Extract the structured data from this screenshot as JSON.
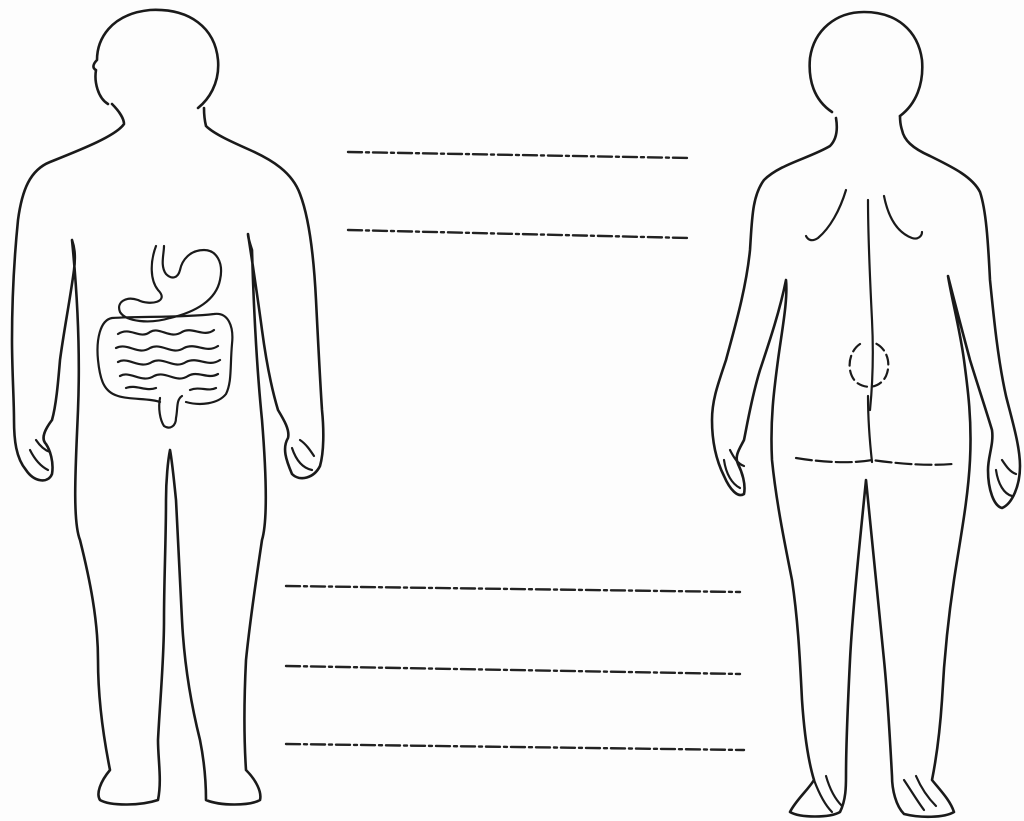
{
  "diagram": {
    "figures": [
      {
        "name": "front-view-figure",
        "organs": [
          "stomach",
          "large-intestine",
          "small-intestine"
        ]
      },
      {
        "name": "back-view-figure",
        "marks": [
          "spine",
          "shoulder-blades",
          "lower-back-mark",
          "waist-line"
        ]
      }
    ],
    "label_lines_count": 5,
    "colors": {
      "ink": "#1a1a1a",
      "paper": "#fdfdfd"
    }
  }
}
